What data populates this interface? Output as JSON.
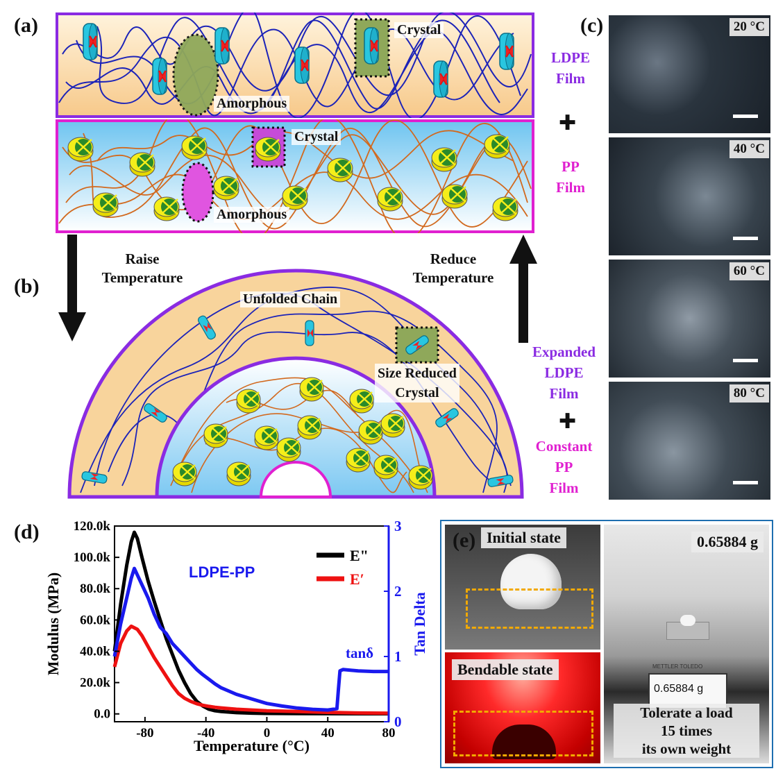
{
  "panels": {
    "a": "(a)",
    "b": "(b)",
    "c": "(c)",
    "d": "(d)",
    "e": "(e)"
  },
  "panel_a": {
    "ldpe": {
      "crystal": "Crystal",
      "amorphous": "Amorphous",
      "label_line1": "LDPE",
      "label_line2": "Film"
    },
    "pp": {
      "crystal": "Crystal",
      "amorphous": "Amorphous",
      "label_line1": "PP",
      "label_line2": "Film"
    },
    "plus": "✚"
  },
  "transitions": {
    "raise_line1": "Raise",
    "raise_line2": "Temperature",
    "reduce_line1": "Reduce",
    "reduce_line2": "Temperature"
  },
  "panel_b": {
    "unfolded": "Unfolded Chain",
    "size_reduced_line1": "Size Reduced",
    "size_reduced_line2": "Crystal",
    "expanded_line1": "Expanded",
    "expanded_line2": "LDPE",
    "expanded_line3": "Film",
    "plus": "✚",
    "constant_line1": "Constant",
    "constant_line2": "PP",
    "constant_line3": "Film"
  },
  "panel_c": {
    "temps": [
      "20 °C",
      "40 °C",
      "60 °C",
      "80 °C"
    ]
  },
  "panel_e": {
    "initial": "Initial  state",
    "bendable": "Bendable  state",
    "weight": "0.65884 g",
    "screen_value": "0.65884 g",
    "brand": "METTLER TOLEDO",
    "caption_line1": "Tolerate a load",
    "caption_line2": "15 times",
    "caption_line3": "its own weight"
  },
  "colors": {
    "ldpe": "#8a2be2",
    "pp": "#e020d0",
    "e_double": "#000000",
    "e_prime": "#ee1111",
    "tan": "#1a1aee"
  },
  "chart_data": {
    "type": "line",
    "title": "",
    "xlabel": "Temperature (°C)",
    "ylabel": "Modulus (MPa)",
    "y2label": "Tan Delta",
    "xlim": [
      -100,
      80
    ],
    "ylim": [
      -5000,
      120000
    ],
    "y2lim": [
      0,
      3
    ],
    "xticks": [
      "-80",
      "-40",
      "0",
      "40",
      "80"
    ],
    "yticks": [
      "0.0",
      "20.0k",
      "40.0k",
      "60.0k",
      "80.0k",
      "100.0k",
      "120.0k"
    ],
    "y2ticks": [
      "0",
      "1",
      "2",
      "3"
    ],
    "annotation_sample": "LDPE-PP",
    "annotation_tan": "tanδ",
    "legend": {
      "position": "top-right",
      "entries": [
        "E\"",
        "E′"
      ]
    },
    "series": [
      {
        "name": "E\"",
        "axis": "left",
        "x": [
          -100,
          -96,
          -92,
          -89,
          -87,
          -85,
          -82,
          -78,
          -74,
          -70,
          -66,
          -62,
          -58,
          -54,
          -50,
          -46,
          -42,
          -38,
          -34,
          -30,
          -20,
          -10,
          0,
          20,
          40,
          60,
          80
        ],
        "y": [
          40000,
          70000,
          95000,
          110000,
          116000,
          112000,
          100000,
          85000,
          72000,
          60000,
          48000,
          38000,
          28000,
          20000,
          13000,
          8000,
          5000,
          3000,
          2000,
          1500,
          800,
          500,
          300,
          200,
          150,
          100,
          100
        ]
      },
      {
        "name": "E′",
        "axis": "left",
        "x": [
          -100,
          -96,
          -92,
          -89,
          -87,
          -85,
          -82,
          -78,
          -74,
          -70,
          -66,
          -62,
          -58,
          -54,
          -50,
          -46,
          -42,
          -38,
          -34,
          -30,
          -20,
          -10,
          0,
          20,
          40,
          60,
          80
        ],
        "y": [
          30000,
          45000,
          53000,
          56000,
          55000,
          54000,
          50000,
          43000,
          36000,
          30000,
          24000,
          18000,
          13000,
          10000,
          8000,
          6500,
          5500,
          4800,
          4200,
          3800,
          3000,
          2500,
          2000,
          1500,
          1000,
          600,
          400
        ]
      },
      {
        "name": "tanδ",
        "axis": "right",
        "x": [
          -100,
          -96,
          -92,
          -89,
          -87,
          -85,
          -82,
          -78,
          -74,
          -70,
          -66,
          -62,
          -58,
          -54,
          -50,
          -46,
          -42,
          -38,
          -34,
          -30,
          -20,
          -10,
          0,
          10,
          20,
          30,
          40,
          46,
          47,
          48,
          50,
          60,
          70,
          80
        ],
        "y": [
          1.0,
          1.5,
          1.9,
          2.2,
          2.35,
          2.25,
          2.1,
          1.9,
          1.65,
          1.45,
          1.35,
          1.2,
          1.1,
          1.0,
          0.9,
          0.8,
          0.72,
          0.65,
          0.58,
          0.52,
          0.42,
          0.35,
          0.28,
          0.24,
          0.21,
          0.19,
          0.18,
          0.2,
          0.5,
          0.78,
          0.8,
          0.78,
          0.77,
          0.77
        ]
      }
    ]
  }
}
